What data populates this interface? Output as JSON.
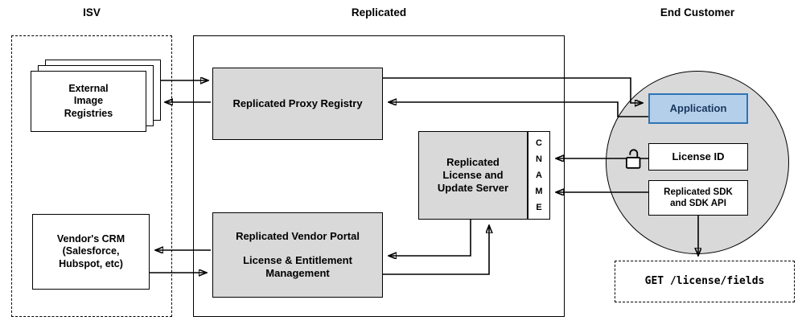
{
  "headers": {
    "isv": "ISV",
    "replicated": "Replicated",
    "end_customer": "End Customer"
  },
  "isv": {
    "registries_label": "External\nImage\nRegistries",
    "crm_label": "Vendor's CRM\n(Salesforce,\nHubspot, etc)"
  },
  "replicated": {
    "proxy_registry_label": "Replicated Proxy Registry",
    "license_server_label": "Replicated\nLicense and\nUpdate Server",
    "cname_label": "C\nN\nA\nM\nE",
    "vendor_portal_title": "Replicated Vendor Portal",
    "vendor_portal_subtitle": "License & Entitlement\nManagement"
  },
  "end_customer": {
    "application_label": "Application",
    "license_id_label": "License ID",
    "sdk_label": "Replicated SDK\nand SDK API",
    "api_call": "GET /license/fields"
  },
  "icons": {
    "unlock_icon": "open padlock"
  },
  "colors": {
    "node_gray": "#d9d9d9",
    "application_fill": "#b4cfe9",
    "application_border": "#2e75b6",
    "application_text": "#17375e",
    "line_black": "#000000"
  }
}
